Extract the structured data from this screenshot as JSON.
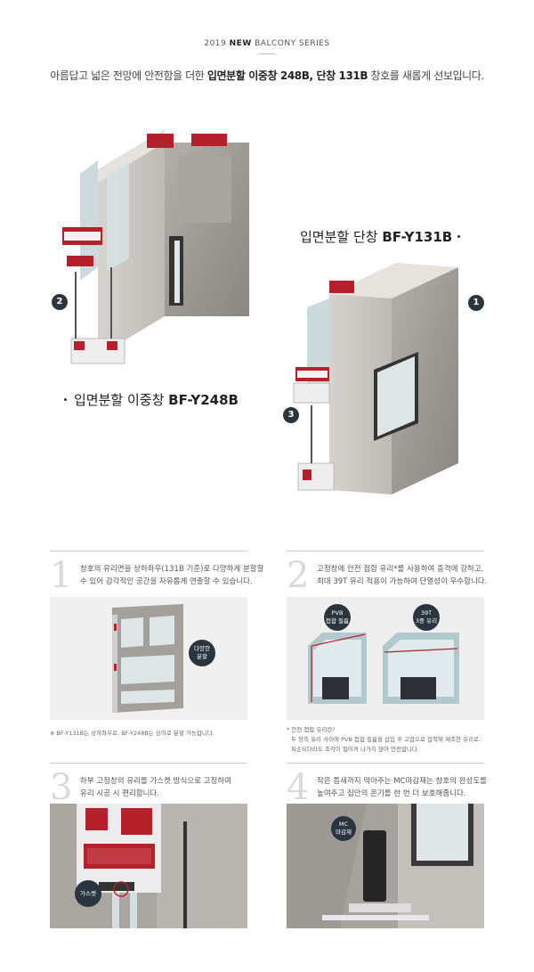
{
  "header": {
    "series_year": "2019",
    "series_new": "NEW",
    "series_name": "BALCONY SERIES",
    "intro_prefix": "아름답고 넓은 전망에 안전함을 더한 ",
    "intro_bold1": "입면분할 이중창 248B, 단창 131B",
    "intro_suffix": " 창호를 새롭게 선보입니다."
  },
  "hero": {
    "double_label_prefix": "입면분할 이중창 ",
    "double_label_model": "BF-Y248B",
    "single_label_prefix": "입면분할 단창 ",
    "single_label_model": "BF-Y131B",
    "badges": [
      "1",
      "2",
      "3"
    ]
  },
  "features": [
    {
      "number": "1",
      "text_line1": "창호의 유리면을 상하좌우(131B 기준)로 다양하게 분할할",
      "text_line2": "수 있어 감각적인 공간을 자유롭게 연출할 수 있습니다.",
      "bubble_line1": "다양한",
      "bubble_line2": "분할",
      "note_line1": "※ BF-Y131B는 상하좌우로, BF-Y248B는 상하로 분할 가능합니다.",
      "note_line2": ""
    },
    {
      "number": "2",
      "text_line1": "고정창에 안전 접합 유리*를 사용하여 충격에 강하고,",
      "text_line2": "최대 39T 유리 적용이 가능하여 단열성이 우수합니다.",
      "bubble_a_line1": "PVB",
      "bubble_a_line2": "접합 필름",
      "bubble_b_line1": "39T",
      "bubble_b_line2": "3중 유리",
      "note_line1": "* 안전 접합 유리란?",
      "note_line2": "두 장의 유리 사이에 PVB 접합 필름을 삽입 후 고압으로 압착해 제조한 유리로,",
      "note_line3": "파손되더라도 조각이 떨어져 나가지 않아 안전합니다."
    },
    {
      "number": "3",
      "text_line1": "하부 고정창의 유리를 가스켓 방식으로 고정하여",
      "text_line2": "유리 시공 시 편리합니다.",
      "bubble_line1": "가스켓"
    },
    {
      "number": "4",
      "text_line1": "작은 틈새까지 막아주는 MC마감재는 창호의 완성도를",
      "text_line2": "높여주고 집안의 온기를 한 번 더 보호해줍니다.",
      "bubble_line1": "MC",
      "bubble_line2": "마감재"
    }
  ],
  "colors": {
    "frame_gray": "#9b9792",
    "frame_light": "#c8c4bf",
    "accent_red": "#b6202a",
    "badge_navy": "#2b3540",
    "glass": "#7fa9b3"
  }
}
